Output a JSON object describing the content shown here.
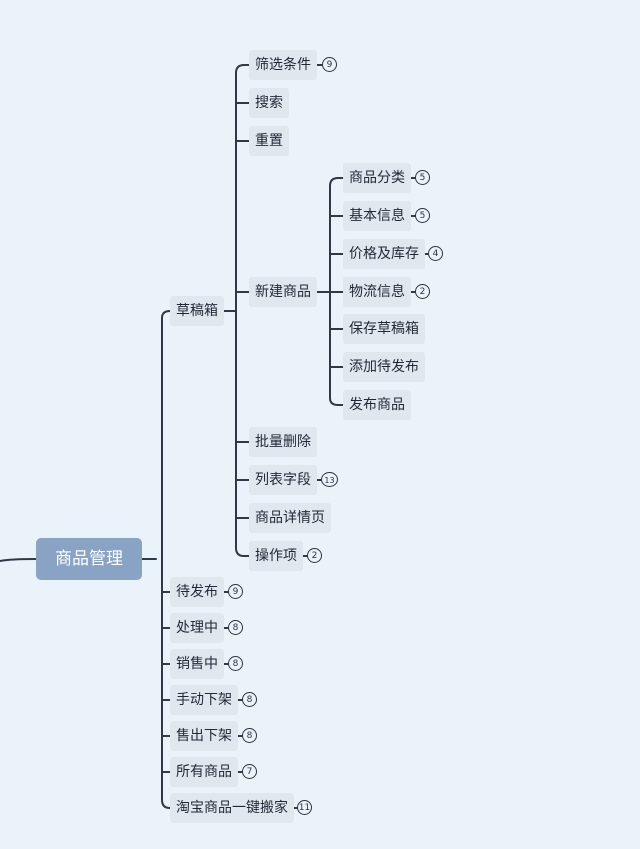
{
  "root": {
    "label": "商品管理"
  },
  "nodes": {
    "caogaoxiang": {
      "label": "草稿箱"
    },
    "shaixuan": {
      "label": "筛选条件",
      "count": "9"
    },
    "sousuo": {
      "label": "搜索"
    },
    "chongzhi": {
      "label": "重置"
    },
    "xinjian": {
      "label": "新建商品"
    },
    "fenlei": {
      "label": "商品分类",
      "count": "5"
    },
    "jiben": {
      "label": "基本信息",
      "count": "5"
    },
    "jiage": {
      "label": "价格及库存",
      "count": "4"
    },
    "wuliu": {
      "label": "物流信息",
      "count": "2"
    },
    "baocun": {
      "label": "保存草稿箱"
    },
    "tianjia": {
      "label": "添加待发布"
    },
    "fabu_goods": {
      "label": "发布商品"
    },
    "piliang": {
      "label": "批量删除"
    },
    "liebiao": {
      "label": "列表字段",
      "count": "13"
    },
    "xiangqing": {
      "label": "商品详情页"
    },
    "caozuo": {
      "label": "操作项",
      "count": "2"
    },
    "daifabu": {
      "label": "待发布",
      "count": "9"
    },
    "chulizhong": {
      "label": "处理中",
      "count": "8"
    },
    "xiaoshouzhong": {
      "label": "销售中",
      "count": "8"
    },
    "shoudong": {
      "label": "手动下架",
      "count": "8"
    },
    "shouchu": {
      "label": "售出下架",
      "count": "8"
    },
    "suoyou": {
      "label": "所有商品",
      "count": "7"
    },
    "taobao": {
      "label": "淘宝商品一键搬家",
      "count": "11"
    }
  },
  "colors": {
    "line": "#2f3a46",
    "node_bg": "#dfe7ef",
    "root_bg": "#89a3c5",
    "page_bg": "#eaf2fa"
  }
}
